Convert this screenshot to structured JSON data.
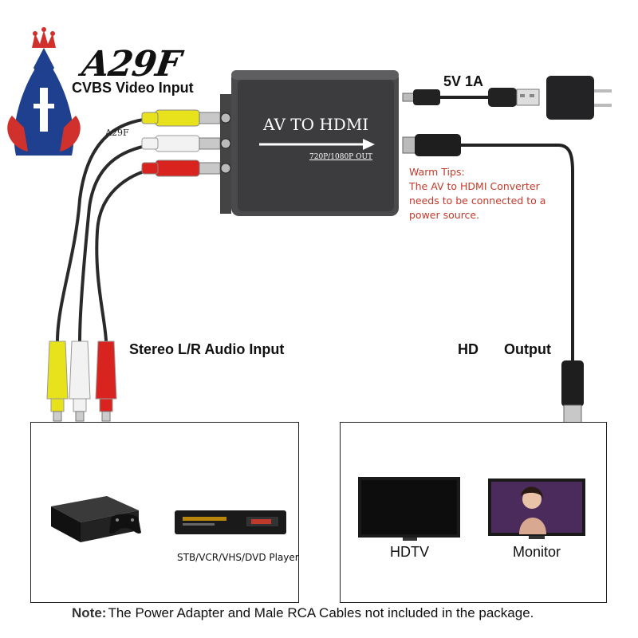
{
  "watermark": {
    "brand": "A29F",
    "cable_tag": "A29F"
  },
  "converter": {
    "title": "AV TO HDMI",
    "resolution": "720P/1080P OUT"
  },
  "labels": {
    "cvbs_input": "CVBS Video Input",
    "power": "5V 1A",
    "audio_input": "Stereo L/R Audio Input",
    "hd": "HD",
    "output": "Output"
  },
  "warm_tips": {
    "heading": "Warm Tips:",
    "lines": [
      "The AV to HDMI Converter",
      "needs to be connected to a",
      "power source."
    ]
  },
  "sources": {
    "player_caption": "STB/VCR/VHS/DVD Player"
  },
  "displays": {
    "hdtv_caption": "HDTV",
    "monitor_caption": "Monitor"
  },
  "note": {
    "label": "Note:",
    "text": "The Power Adapter and Male RCA Cables not included in the package."
  },
  "colors": {
    "accent_red": "#c43a2a",
    "logo_blue": "#1f3f8f",
    "logo_red": "#d0312d",
    "rca_yellow": "#e8e21c",
    "rca_white": "#f2f2f2",
    "rca_red": "#d8231e"
  }
}
